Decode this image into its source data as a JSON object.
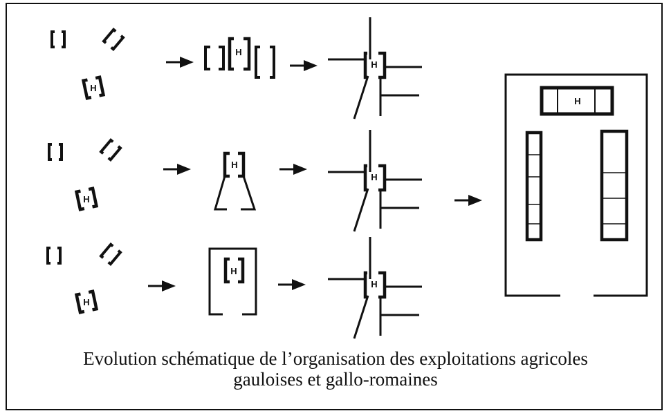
{
  "building_label": "H",
  "caption": {
    "line1": "Evolution schématique de l’organisation des exploitations agricoles",
    "line2": "gauloises et gallo-romaines"
  }
}
